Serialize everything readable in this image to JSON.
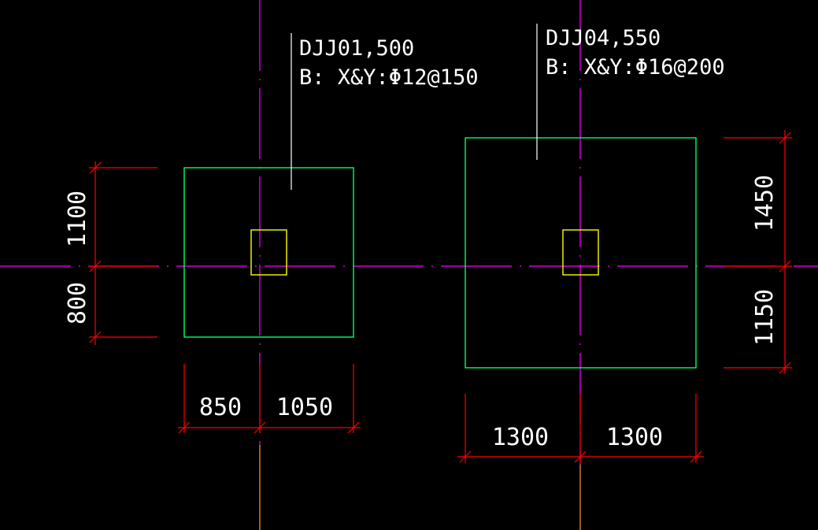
{
  "colors": {
    "background": "#000000",
    "axis": "#ff00ff",
    "axis_extension": "#ff9933",
    "footing": "#00ff66",
    "column": "#ffff00",
    "dimension": "#ff0000",
    "leader": "#ffffff",
    "text": "#ffffff"
  },
  "footings": [
    {
      "id": "DJJ01",
      "label_line1": "DJJ01,500",
      "label_line2": "B: X&Y:Φ12@150",
      "dims": {
        "left": "850",
        "right": "1050",
        "top": "1100",
        "bottom": "800"
      }
    },
    {
      "id": "DJJ04",
      "label_line1": "DJJ04,550",
      "label_line2": "B: X&Y:Φ16@200",
      "dims": {
        "left": "1300",
        "right": "1300",
        "top": "1450",
        "bottom": "1150"
      }
    }
  ]
}
